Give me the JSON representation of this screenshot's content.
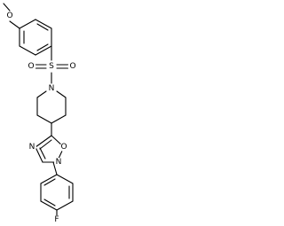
{
  "molecule": {
    "atoms": {
      "o_methoxy": "O",
      "s_sulfonyl": "S",
      "o_sulfonyl_left": "O",
      "o_sulfonyl_right": "O",
      "n_piperidine": "N",
      "o_oxadiazole": "O",
      "n_oxadiazole_right": "N",
      "n_oxadiazole_left": "N",
      "f_fluorine": "F"
    }
  }
}
